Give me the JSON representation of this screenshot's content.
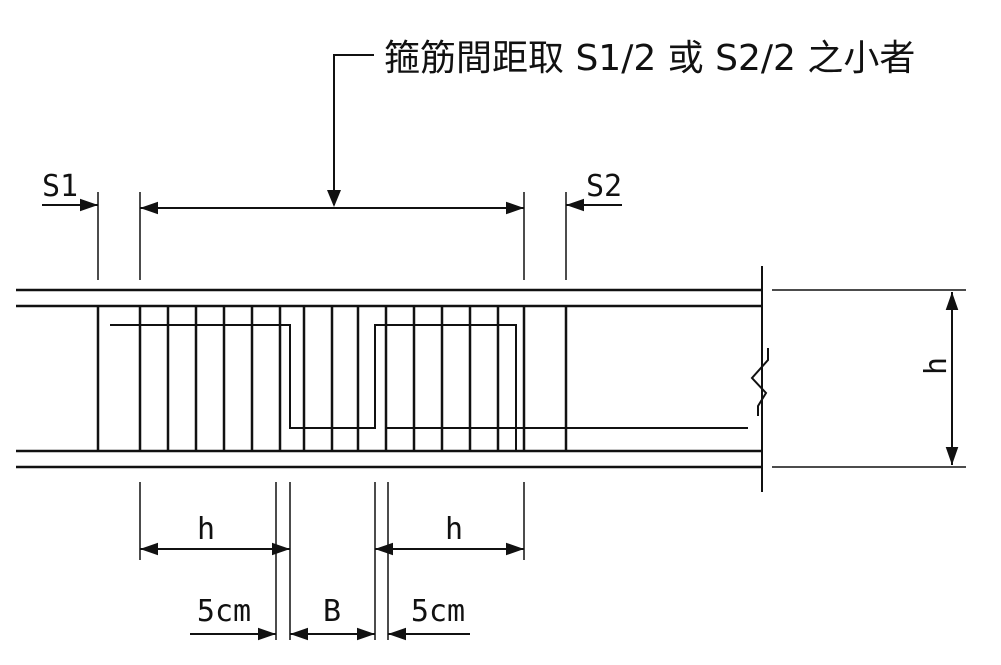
{
  "note": {
    "text": "箍筋間距取 S1/2 或 S2/2 之小者"
  },
  "labels": {
    "s1": "S1",
    "s2": "S2",
    "h_right": "h",
    "h_left": "h",
    "h_mid": "h",
    "cover_left": "5cm",
    "b": "B",
    "cover_right": "5cm"
  },
  "colors": {
    "line": "#111111",
    "background": "#ffffff"
  }
}
